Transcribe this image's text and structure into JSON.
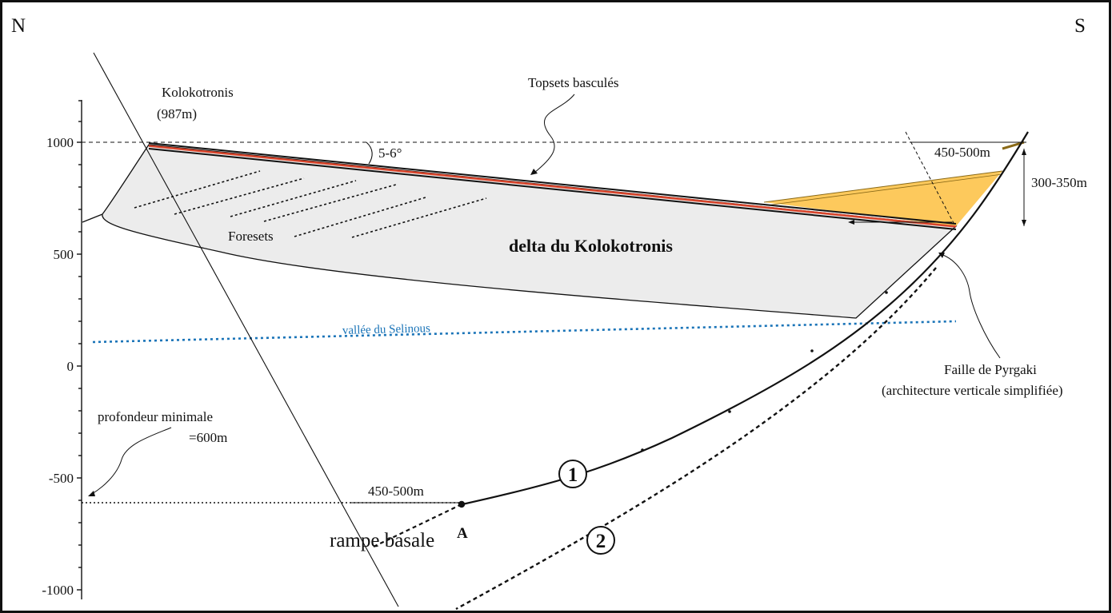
{
  "orientation": {
    "north": "N",
    "south": "S"
  },
  "y_axis": {
    "ticks": [
      "1000",
      "500",
      "0",
      "-500",
      "-1000"
    ]
  },
  "labels": {
    "summit_name": "Kolokotronis",
    "summit_elevation": "(987m)",
    "topsets": "Topsets basculés",
    "dip_angle": "5-6°",
    "foresets": "Foresets",
    "delta": "delta du Kolokotronis",
    "valley": "vallée du Selinous",
    "fault_name": "Faille de Pyrgaki",
    "fault_note": "(architecture verticale simplifiée)",
    "offset_horizontal_top": "450-500m",
    "offset_vertical": "300-350m",
    "depth_line1": "profondeur minimale",
    "depth_line2": "=600m",
    "offset_horizontal_bottom": "450-500m",
    "ramp": "rampe basale",
    "point_a": "A",
    "fault_option_1": "1",
    "fault_option_2": "2"
  },
  "colors": {
    "delta_fill": "#ececec",
    "hangingwall_wedge": "#fdc95c",
    "topset_red": "#d8452c",
    "valley_blue": "#1a74b8",
    "line": "#111111"
  }
}
